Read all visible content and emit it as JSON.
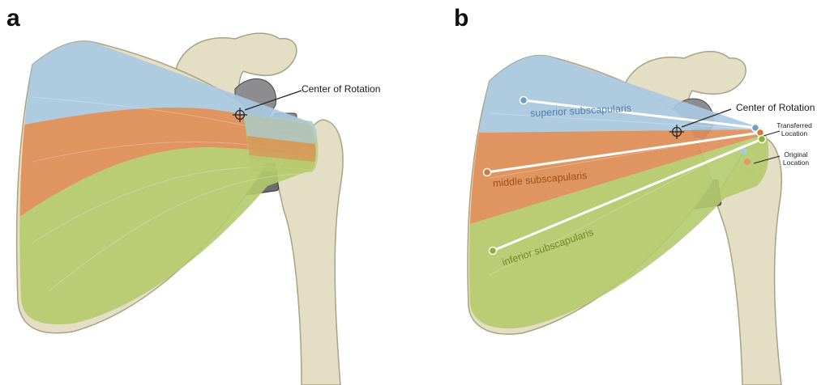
{
  "panels": [
    {
      "label": "a",
      "center_label": "Center of Rotation"
    },
    {
      "label": "b",
      "center_label": "Center of Rotation",
      "transferred_label": "Transferred Location",
      "original_label": "Original Location",
      "muscles": [
        {
          "name": "superior subscapularis",
          "color": "#6e9ec4"
        },
        {
          "name": "middle subscapularis",
          "color": "#c76a2a"
        },
        {
          "name": "inferior subscapularis",
          "color": "#8fae3b"
        }
      ]
    }
  ],
  "colors": {
    "bone": "#e3dec4",
    "bone_edge": "#a9a283",
    "superior": "#a9c9e3",
    "middle": "#df8c55",
    "inferior": "#b5ca6c",
    "implant": "#7c7c7e"
  }
}
